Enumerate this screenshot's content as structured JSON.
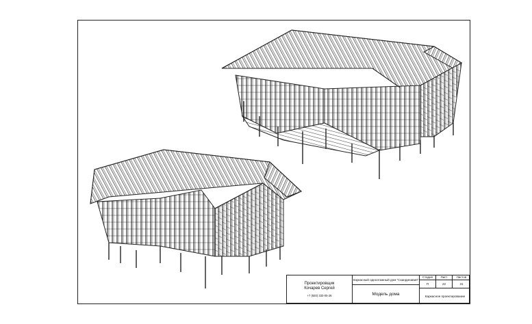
{
  "stamp": {
    "designer_label": "Проектировщик",
    "designer_name": "Кочарев Сергей",
    "designer_phone": "+7 (920) 333-05-28",
    "project_name": "Каркасный одноэтажный дом \"Скандинавия\"",
    "sheet_title": "Модель дома",
    "col_stage": "Стадия",
    "col_sheet": "Лист",
    "col_sheets": "Листов",
    "stage_value": "П",
    "sheet_value": "22",
    "sheets_value": "31",
    "organization": "Каркасное проектирование"
  },
  "colors": {
    "line": "#222222",
    "paper": "#ffffff"
  },
  "images": {
    "upper": "Isometric frame model of the house, rear view",
    "lower": "Isometric frame model of the house, front view"
  }
}
